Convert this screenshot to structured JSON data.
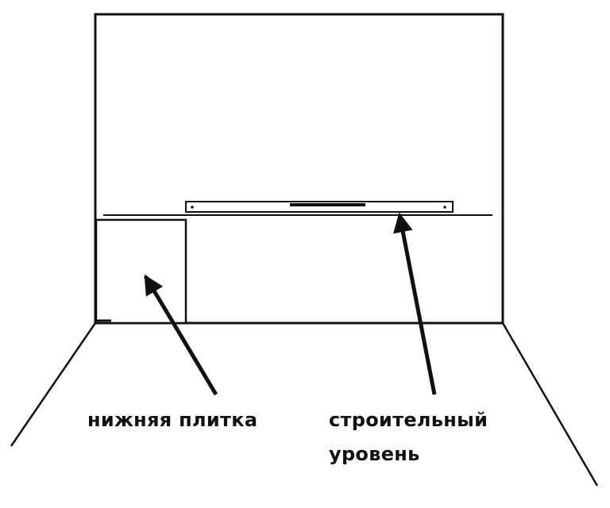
{
  "labels": {
    "bottom_tile": "нижняя плитка",
    "spirit_level_line1": "строительный",
    "spirit_level_line2": "уровень"
  },
  "colors": {
    "ink": "#111111",
    "background": "#ffffff"
  }
}
